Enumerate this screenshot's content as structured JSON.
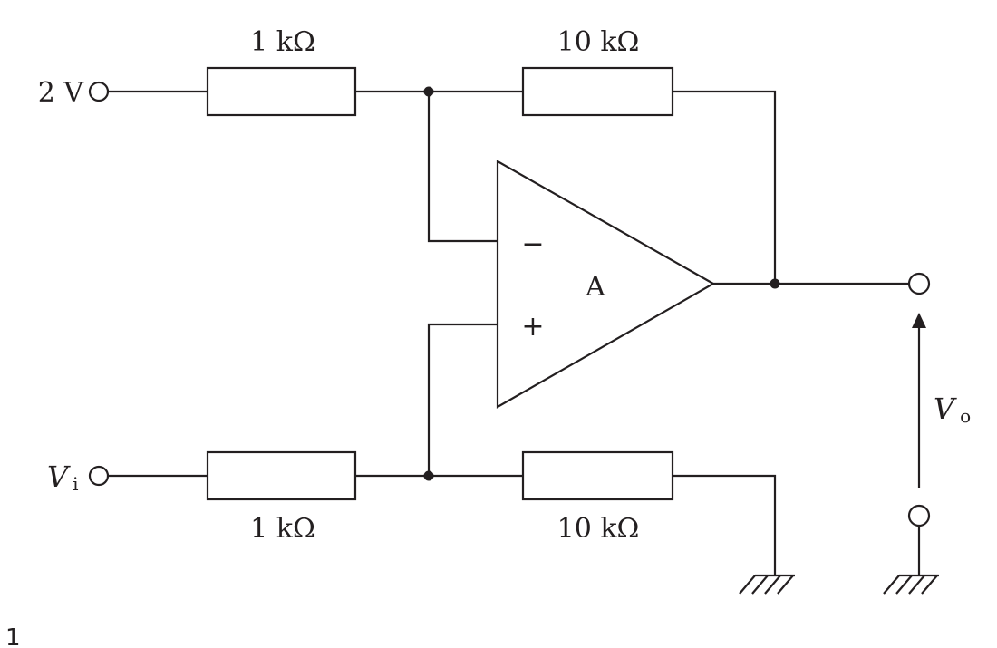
{
  "circuit": {
    "input_top_label": "2 V",
    "input_bottom_label": "V",
    "input_bottom_subscript": "i",
    "r1_label": "1 kΩ",
    "rf_label": "10 kΩ",
    "r2_label": "1 kΩ",
    "r3_label": "10 kΩ",
    "opamp_label": "A",
    "inverting_sign": "−",
    "noninverting_sign": "+",
    "output_label": "V",
    "output_subscript": "o"
  },
  "figure_number": "1"
}
